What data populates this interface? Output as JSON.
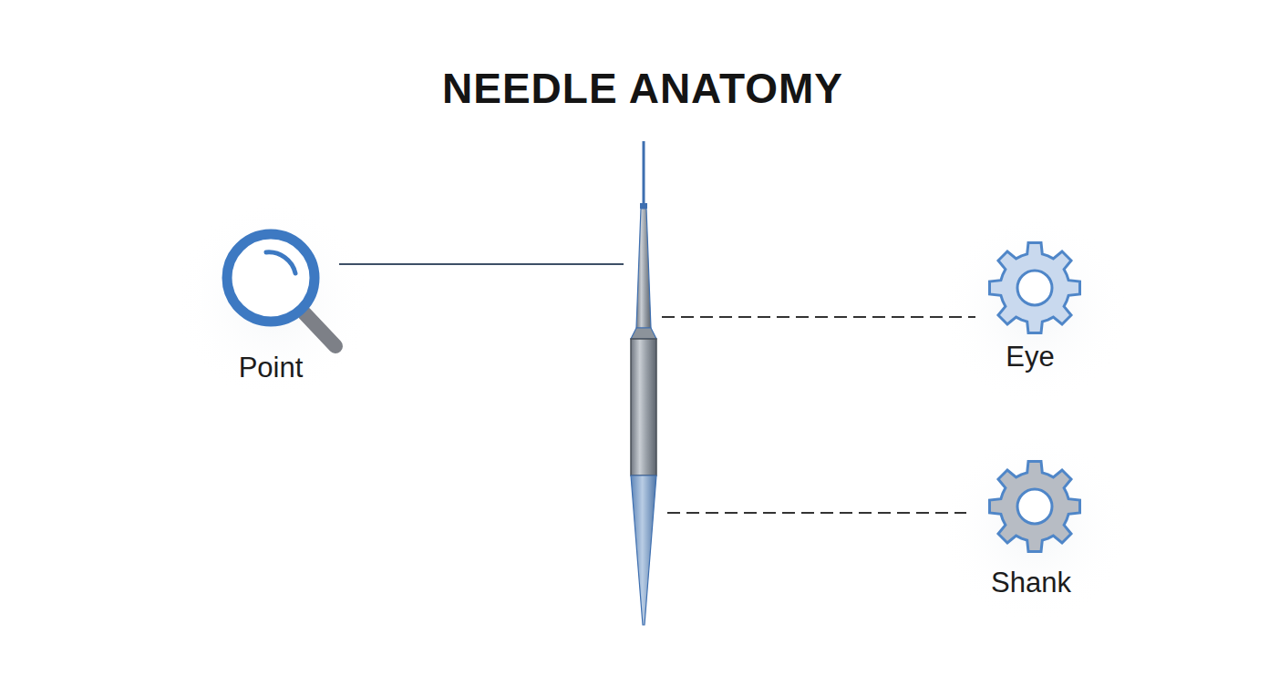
{
  "diagram": {
    "title": "NEEDLE ANATOMY",
    "labels": [
      "Point",
      "Eye",
      "Shank"
    ]
  }
}
